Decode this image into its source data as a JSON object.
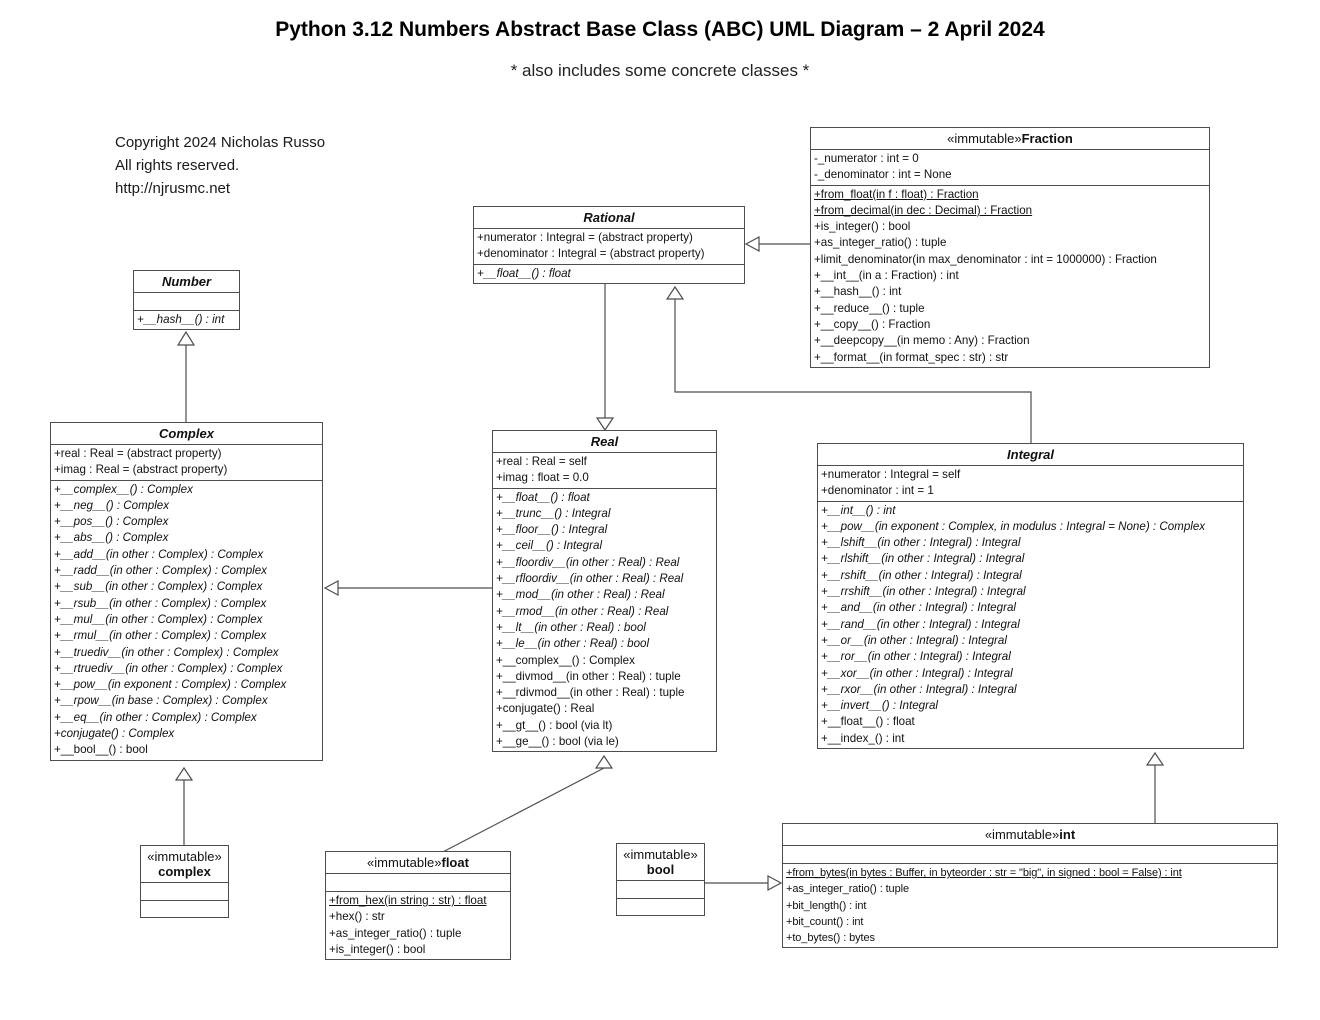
{
  "page": {
    "title": "Python 3.12 Numbers Abstract Base Class (ABC) UML Diagram – 2 April 2024",
    "subtitle": "* also includes some concrete classes *",
    "copyright_lines": [
      "Copyright 2024 Nicholas Russo",
      "All rights reserved.",
      "http://njrusmc.net"
    ]
  },
  "classes": {
    "number": {
      "name": "Number",
      "attributes": [],
      "methods": [
        {
          "text": "+__hash__() : int",
          "italic": true
        }
      ]
    },
    "rational": {
      "name": "Rational",
      "attributes": [
        "+numerator : Integral = (abstract property)",
        "+denominator : Integral = (abstract property)"
      ],
      "methods": [
        {
          "text": "+__float__() : float",
          "italic": true
        }
      ]
    },
    "fraction": {
      "stereotype": "«immutable»",
      "name": "Fraction",
      "attributes": [
        "-_numerator : int = 0",
        "-_denominator : int = None"
      ],
      "methods": [
        {
          "text": "+from_float(in f : float) : Fraction",
          "underline": true
        },
        {
          "text": "+from_decimal(in dec : Decimal) : Fraction",
          "underline": true
        },
        {
          "text": "+is_integer() : bool"
        },
        {
          "text": "+as_integer_ratio() : tuple"
        },
        {
          "text": "+limit_denominator(in max_denominator : int = 1000000) : Fraction"
        },
        {
          "text": "+__int__(in a : Fraction) : int"
        },
        {
          "text": "+__hash__() : int"
        },
        {
          "text": "+__reduce__() : tuple"
        },
        {
          "text": "+__copy__() : Fraction"
        },
        {
          "text": "+__deepcopy__(in memo : Any) : Fraction"
        },
        {
          "text": "+__format__(in format_spec : str) : str"
        }
      ]
    },
    "complex_abc": {
      "name": "Complex",
      "attributes": [
        "+real : Real = (abstract property)",
        "+imag : Real = (abstract property)"
      ],
      "methods": [
        {
          "text": "+__complex__() : Complex",
          "italic": true
        },
        {
          "text": "+__neg__() : Complex",
          "italic": true
        },
        {
          "text": "+__pos__() : Complex",
          "italic": true
        },
        {
          "text": "+__abs__() : Complex",
          "italic": true
        },
        {
          "text": "+__add__(in other : Complex) : Complex",
          "italic": true
        },
        {
          "text": "+__radd__(in other : Complex) : Complex",
          "italic": true
        },
        {
          "text": "+__sub__(in other : Complex) : Complex",
          "italic": true
        },
        {
          "text": "+__rsub__(in other : Complex) : Complex",
          "italic": true
        },
        {
          "text": "+__mul__(in other : Complex) : Complex",
          "italic": true
        },
        {
          "text": "+__rmul__(in other : Complex) : Complex",
          "italic": true
        },
        {
          "text": "+__truediv__(in other : Complex) : Complex",
          "italic": true
        },
        {
          "text": "+__rtruediv__(in other : Complex) : Complex",
          "italic": true
        },
        {
          "text": "+__pow__(in exponent : Complex) : Complex",
          "italic": true
        },
        {
          "text": "+__rpow__(in base : Complex) : Complex",
          "italic": true
        },
        {
          "text": "+__eq__(in other : Complex) : Complex",
          "italic": true
        },
        {
          "text": "+conjugate() : Complex",
          "italic": true
        },
        {
          "text": "+__bool__() : bool"
        }
      ]
    },
    "real": {
      "name": "Real",
      "attributes": [
        "+real : Real = self",
        "+imag : float = 0.0"
      ],
      "methods": [
        {
          "text": "+__float__() : float",
          "italic": true
        },
        {
          "text": "+__trunc__() : Integral",
          "italic": true
        },
        {
          "text": "+__floor__() : Integral",
          "italic": true
        },
        {
          "text": "+__ceil__() : Integral",
          "italic": true
        },
        {
          "text": "+__floordiv__(in other : Real) : Real",
          "italic": true
        },
        {
          "text": "+__rfloordiv__(in other : Real) : Real",
          "italic": true
        },
        {
          "text": "+__mod__(in other : Real) : Real",
          "italic": true
        },
        {
          "text": "+__rmod__(in other : Real) : Real",
          "italic": true
        },
        {
          "text": "+__lt__(in other : Real) : bool",
          "italic": true
        },
        {
          "text": "+__le__(in other : Real) : bool",
          "italic": true
        },
        {
          "text": "+__complex__() : Complex"
        },
        {
          "text": "+__divmod__(in other : Real) : tuple"
        },
        {
          "text": "+__rdivmod__(in other : Real) : tuple"
        },
        {
          "text": "+conjugate() : Real"
        },
        {
          "text": "+__gt__() : bool (via lt)"
        },
        {
          "text": "+__ge__() : bool (via le)"
        }
      ]
    },
    "integral": {
      "name": "Integral",
      "attributes": [
        "+numerator : Integral = self",
        "+denominator : int = 1"
      ],
      "methods": [
        {
          "text": "+__int__() : int",
          "italic": true
        },
        {
          "text": "+__pow__(in exponent : Complex, in modulus : Integral = None) : Complex",
          "italic": true
        },
        {
          "text": "+__lshift__(in other : Integral) : Integral",
          "italic": true
        },
        {
          "text": "+__rlshift__(in other : Integral) : Integral",
          "italic": true
        },
        {
          "text": "+__rshift__(in other : Integral) : Integral",
          "italic": true
        },
        {
          "text": "+__rrshift__(in other : Integral) : Integral",
          "italic": true
        },
        {
          "text": "+__and__(in other : Integral) : Integral",
          "italic": true
        },
        {
          "text": "+__rand__(in other : Integral) : Integral",
          "italic": true
        },
        {
          "text": "+__or__(in other : Integral) : Integral",
          "italic": true
        },
        {
          "text": "+__ror__(in other : Integral) : Integral",
          "italic": true
        },
        {
          "text": "+__xor__(in other : Integral) : Integral",
          "italic": true
        },
        {
          "text": "+__rxor__(in other : Integral) : Integral",
          "italic": true
        },
        {
          "text": "+__invert__() : Integral",
          "italic": true
        },
        {
          "text": "+__float__() : float"
        },
        {
          "text": "+__index_() : int"
        }
      ]
    },
    "complex_builtin": {
      "stereotype": "«immutable»",
      "name": "complex",
      "attributes": [],
      "methods": []
    },
    "float_builtin": {
      "stereotype": "«immutable»",
      "name": "float",
      "attributes": [],
      "methods": [
        {
          "text": "+from_hex(in string : str) : float",
          "underline": true
        },
        {
          "text": "+hex() : str"
        },
        {
          "text": "+as_integer_ratio() : tuple"
        },
        {
          "text": "+is_integer() : bool"
        }
      ]
    },
    "bool_builtin": {
      "stereotype": "«immutable»",
      "name": "bool",
      "attributes": [],
      "methods": []
    },
    "int_builtin": {
      "stereotype": "«immutable»",
      "name": "int",
      "attributes": [],
      "methods": [
        {
          "text": "+from_bytes(in bytes : Buffer, in byteorder : str = \"big\", in signed : bool = False) : int",
          "underline": true
        },
        {
          "text": "+as_integer_ratio() : tuple"
        },
        {
          "text": "+bit_length() : int"
        },
        {
          "text": "+bit_count() : int"
        },
        {
          "text": "+to_bytes() : bytes"
        }
      ]
    }
  },
  "relationships": [
    {
      "child": "Complex",
      "parent": "Number"
    },
    {
      "child": "Real",
      "parent": "Complex"
    },
    {
      "child": "Rational",
      "parent": "Real"
    },
    {
      "child": "Integral",
      "parent": "Rational"
    },
    {
      "child": "Fraction",
      "parent": "Rational"
    },
    {
      "child": "complex",
      "parent": "Complex"
    },
    {
      "child": "float",
      "parent": "Real"
    },
    {
      "child": "int",
      "parent": "Integral"
    },
    {
      "child": "bool",
      "parent": "int"
    }
  ]
}
